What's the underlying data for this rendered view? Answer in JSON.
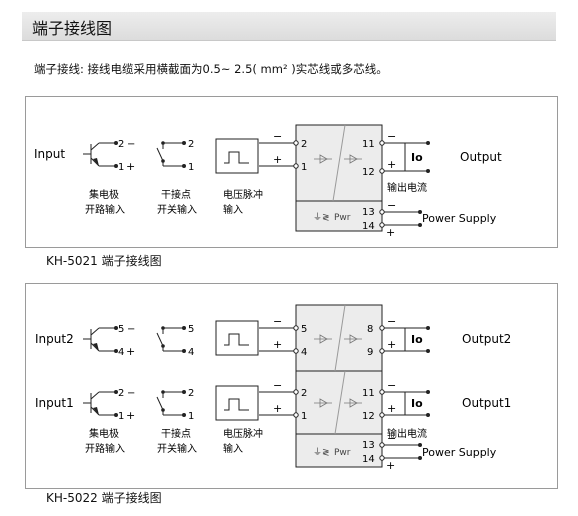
{
  "header": {
    "title": "端子接线图"
  },
  "description": "端子接线: 接线电缆采用横截面为0.5~ 2.5( mm² )实芯线或多芯线。",
  "symbols": {
    "plus": "+",
    "minus": "−",
    "pwr": "Pwr"
  },
  "labels": {
    "collector_1": "集电极",
    "collector_2": "开路输入",
    "dry_1": "干接点",
    "dry_2": "开关输入",
    "pulse_1": "电压脉冲",
    "pulse_2": "输入",
    "current": "Io",
    "output_current": "输出电流",
    "power_supply": "Power Supply"
  },
  "diagram1": {
    "caption": "KH-5021 端子接线图",
    "input_label": "Input",
    "output_label": "Output",
    "ch1": {
      "in_hi": "2",
      "in_lo": "1",
      "out_hi": "11",
      "out_lo": "12"
    },
    "collector_hi": "2",
    "collector_lo": "1",
    "dry_hi": "2",
    "dry_lo": "1",
    "pwr_pos": "13",
    "pwr_neg": "14"
  },
  "diagram2": {
    "caption": "KH-5022 端子接线图",
    "ch1": {
      "input_label": "Input2",
      "output_label": "Output2",
      "in_hi": "5",
      "in_lo": "4",
      "out_hi": "8",
      "out_lo": "9",
      "collector_hi": "5",
      "collector_lo": "4",
      "dry_hi": "5",
      "dry_lo": "4"
    },
    "ch2": {
      "input_label": "Input1",
      "output_label": "Output1",
      "in_hi": "2",
      "in_lo": "1",
      "out_hi": "11",
      "out_lo": "12",
      "collector_hi": "2",
      "collector_lo": "1",
      "dry_hi": "2",
      "dry_lo": "1"
    },
    "pwr_pos": "13",
    "pwr_neg": "14"
  }
}
